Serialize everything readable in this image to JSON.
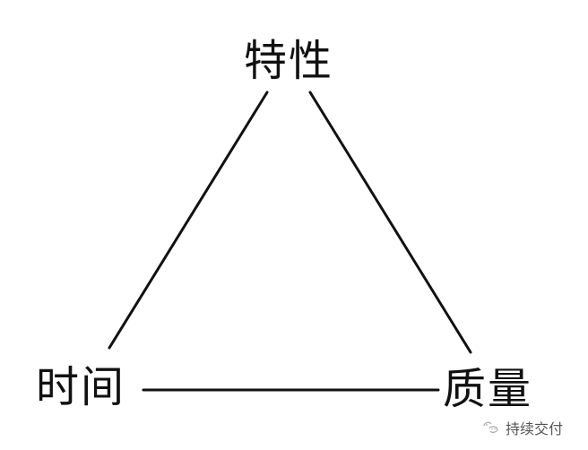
{
  "diagram": {
    "type": "triangle",
    "nodes": {
      "top": "特性",
      "bottom_left": "时间",
      "bottom_right": "质量"
    },
    "edges": [
      {
        "from": "特性",
        "to": "时间"
      },
      {
        "from": "特性",
        "to": "质量"
      },
      {
        "from": "时间",
        "to": "质量"
      }
    ],
    "line_color": "#111111"
  },
  "watermark": {
    "icon": "wechat-icon",
    "text": "持续交付"
  }
}
